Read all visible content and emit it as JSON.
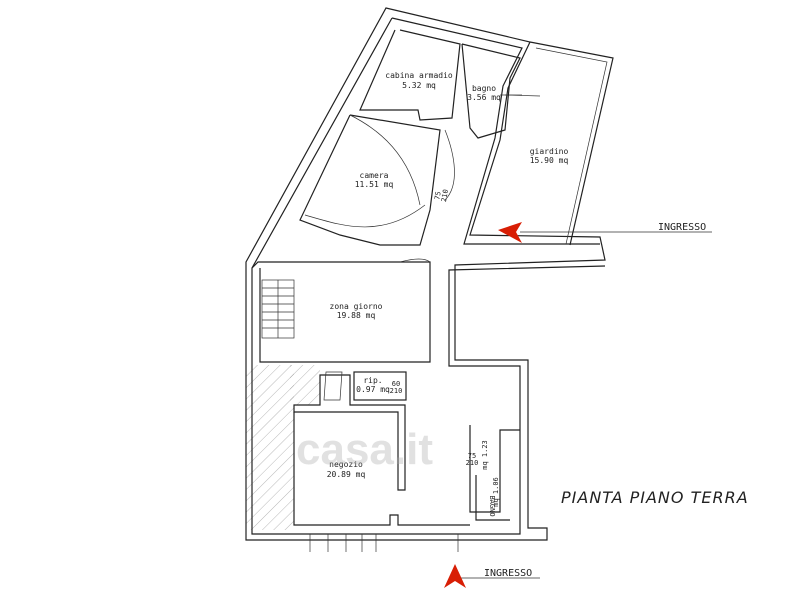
{
  "plan_title": "PIANTA PIANO TERRA",
  "watermark": "casa.it",
  "entrance_label": "INGRESSO",
  "accent_color": "#d81e05",
  "rooms": {
    "cabina": {
      "name": "cabina armadio",
      "area": "5.32 mq"
    },
    "bagno_top": {
      "name": "bagno",
      "area": "3.56 mq"
    },
    "giardino": {
      "name": "giardino",
      "area": "15.90 mq"
    },
    "camera": {
      "name": "camera",
      "area": "11.51 mq"
    },
    "zona_giorno": {
      "name": "zona giorno",
      "area": "19.88 mq"
    },
    "rip": {
      "name": "rip.",
      "area": "0.97 mq"
    },
    "negozio": {
      "name": "negozio",
      "area": "20.89 mq"
    },
    "bagno_bottom": {
      "name": "BAGNO",
      "area": "mq 1.06"
    },
    "anti_bagno": {
      "area": "mq 1.23"
    }
  },
  "door_marks": {
    "camera_door": {
      "width": "75",
      "height": "210"
    },
    "rip_door": {
      "width": "60",
      "height": "210"
    },
    "bagno_door": {
      "width": "75",
      "height": "210"
    }
  }
}
